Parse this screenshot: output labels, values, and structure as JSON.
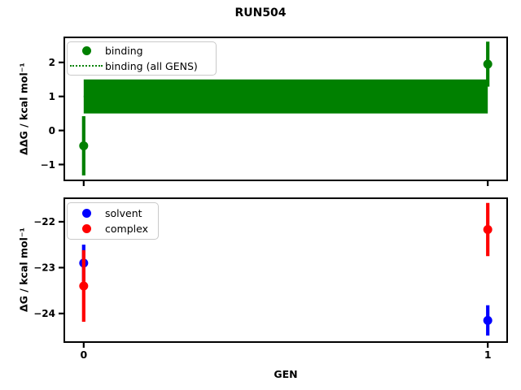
{
  "figure": {
    "title": "RUN504"
  },
  "chart_data": [
    {
      "type": "scatter",
      "name": "binding-free-energy-vs-gen",
      "title": "",
      "xlabel": "",
      "ylabel": "ΔΔG / kcal mol⁻¹",
      "xlim": [
        -0.05,
        1.05
      ],
      "ylim": [
        -1.49,
        2.76
      ],
      "grid": false,
      "legend_position": "upper-left",
      "yticks": [
        {
          "v": -1,
          "label": "−1"
        },
        {
          "v": 0,
          "label": "0"
        },
        {
          "v": 1,
          "label": "1"
        },
        {
          "v": 2,
          "label": "2"
        }
      ],
      "xticks": [
        {
          "v": 0,
          "label": ""
        },
        {
          "v": 1,
          "label": ""
        }
      ],
      "band": {
        "label": "binding (all GENS)",
        "color": "#008000",
        "x0": 0,
        "x1": 1,
        "center": 1.0,
        "lo": 0.5,
        "hi": 1.5,
        "line_style": "dotted"
      },
      "series": [
        {
          "name": "binding",
          "color": "#008000",
          "marker": "circle",
          "x": [
            0,
            1
          ],
          "y": [
            -0.45,
            1.95
          ],
          "yerr": [
            0.87,
            0.66
          ]
        }
      ],
      "legend": {
        "items": [
          {
            "label": "binding",
            "swatch": "dot",
            "color": "#008000"
          },
          {
            "label": "binding (all GENS)",
            "swatch": "dotted-line",
            "color": "#008000"
          }
        ]
      }
    },
    {
      "type": "scatter",
      "name": "component-free-energy-vs-gen",
      "title": "",
      "xlabel": "GEN",
      "ylabel": "ΔG / kcal mol⁻¹",
      "xlim": [
        -0.05,
        1.05
      ],
      "ylim": [
        -24.64,
        -21.47
      ],
      "grid": false,
      "legend_position": "upper-left",
      "yticks": [
        {
          "v": -24,
          "label": "−24"
        },
        {
          "v": -23,
          "label": "−23"
        },
        {
          "v": -22,
          "label": "−22"
        }
      ],
      "xticks": [
        {
          "v": 0,
          "label": "0"
        },
        {
          "v": 1,
          "label": "1"
        }
      ],
      "series": [
        {
          "name": "solvent",
          "color": "#0000ff",
          "marker": "circle",
          "x": [
            0,
            1
          ],
          "y": [
            -22.9,
            -24.15
          ],
          "yerr": [
            0.4,
            0.33
          ]
        },
        {
          "name": "complex",
          "color": "#ff0000",
          "marker": "circle",
          "x": [
            0,
            1
          ],
          "y": [
            -23.4,
            -22.17
          ],
          "yerr": [
            0.78,
            0.58
          ]
        }
      ],
      "legend": {
        "items": [
          {
            "label": "solvent",
            "swatch": "dot",
            "color": "#0000ff"
          },
          {
            "label": "complex",
            "swatch": "dot",
            "color": "#ff0000"
          }
        ]
      }
    }
  ]
}
